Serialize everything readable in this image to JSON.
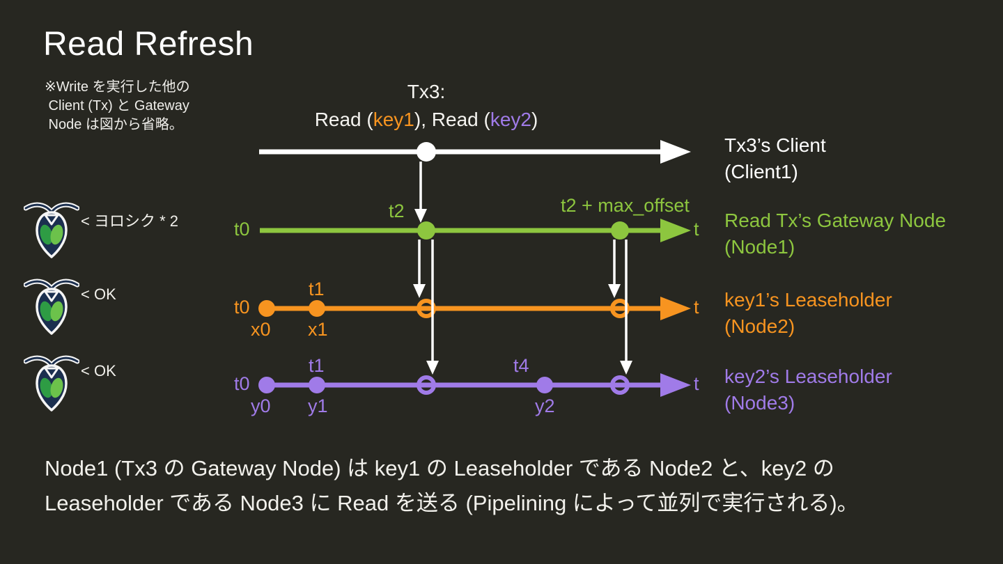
{
  "title": "Read Refresh",
  "note": "※Write を実行した他の\n Client (Tx) と Gateway\n Node は図から省略。",
  "tx3": {
    "line1": "Tx3:",
    "read_open": "Read (",
    "key1": "key1",
    "between": "), Read (",
    "key2": "key2",
    "close": ")"
  },
  "bugs": [
    {
      "label": "< ヨロシク * 2"
    },
    {
      "label": "< OK"
    },
    {
      "label": "< OK"
    }
  ],
  "rows": {
    "client": {
      "label": "Tx3’s Client\n(Client1)"
    },
    "gateway": {
      "label": "Read Tx’s Gateway Node\n(Node1)",
      "t0": "t0",
      "t2": "t2",
      "t2_max": "t2 + max_offset",
      "t": "t"
    },
    "key1": {
      "label": "key1’s Leaseholder\n(Node2)",
      "t0": "t0",
      "t1": "t1",
      "x0": "x0",
      "x1": "x1",
      "t": "t"
    },
    "key2": {
      "label": "key2’s Leaseholder\n(Node3)",
      "t0": "t0",
      "t1": "t1",
      "t4": "t4",
      "y0": "y0",
      "y1": "y1",
      "y2": "y2",
      "t": "t"
    }
  },
  "bottom_text": "Node1 (Tx3 の Gateway Node) は key1 の Leaseholder である Node2 と、key2 の\nLeaseholder である Node3 に Read を送る (Pipelining によって並列で実行される)。",
  "colors": {
    "background": "#272721",
    "white_line": "#ffffff",
    "green": "#8dc63f",
    "orange": "#f79420",
    "purple": "#a07be8",
    "bug_body": "#1b2f4f",
    "bug_leaf_left": "#2e9c44",
    "bug_leaf_right": "#6cc24b"
  }
}
